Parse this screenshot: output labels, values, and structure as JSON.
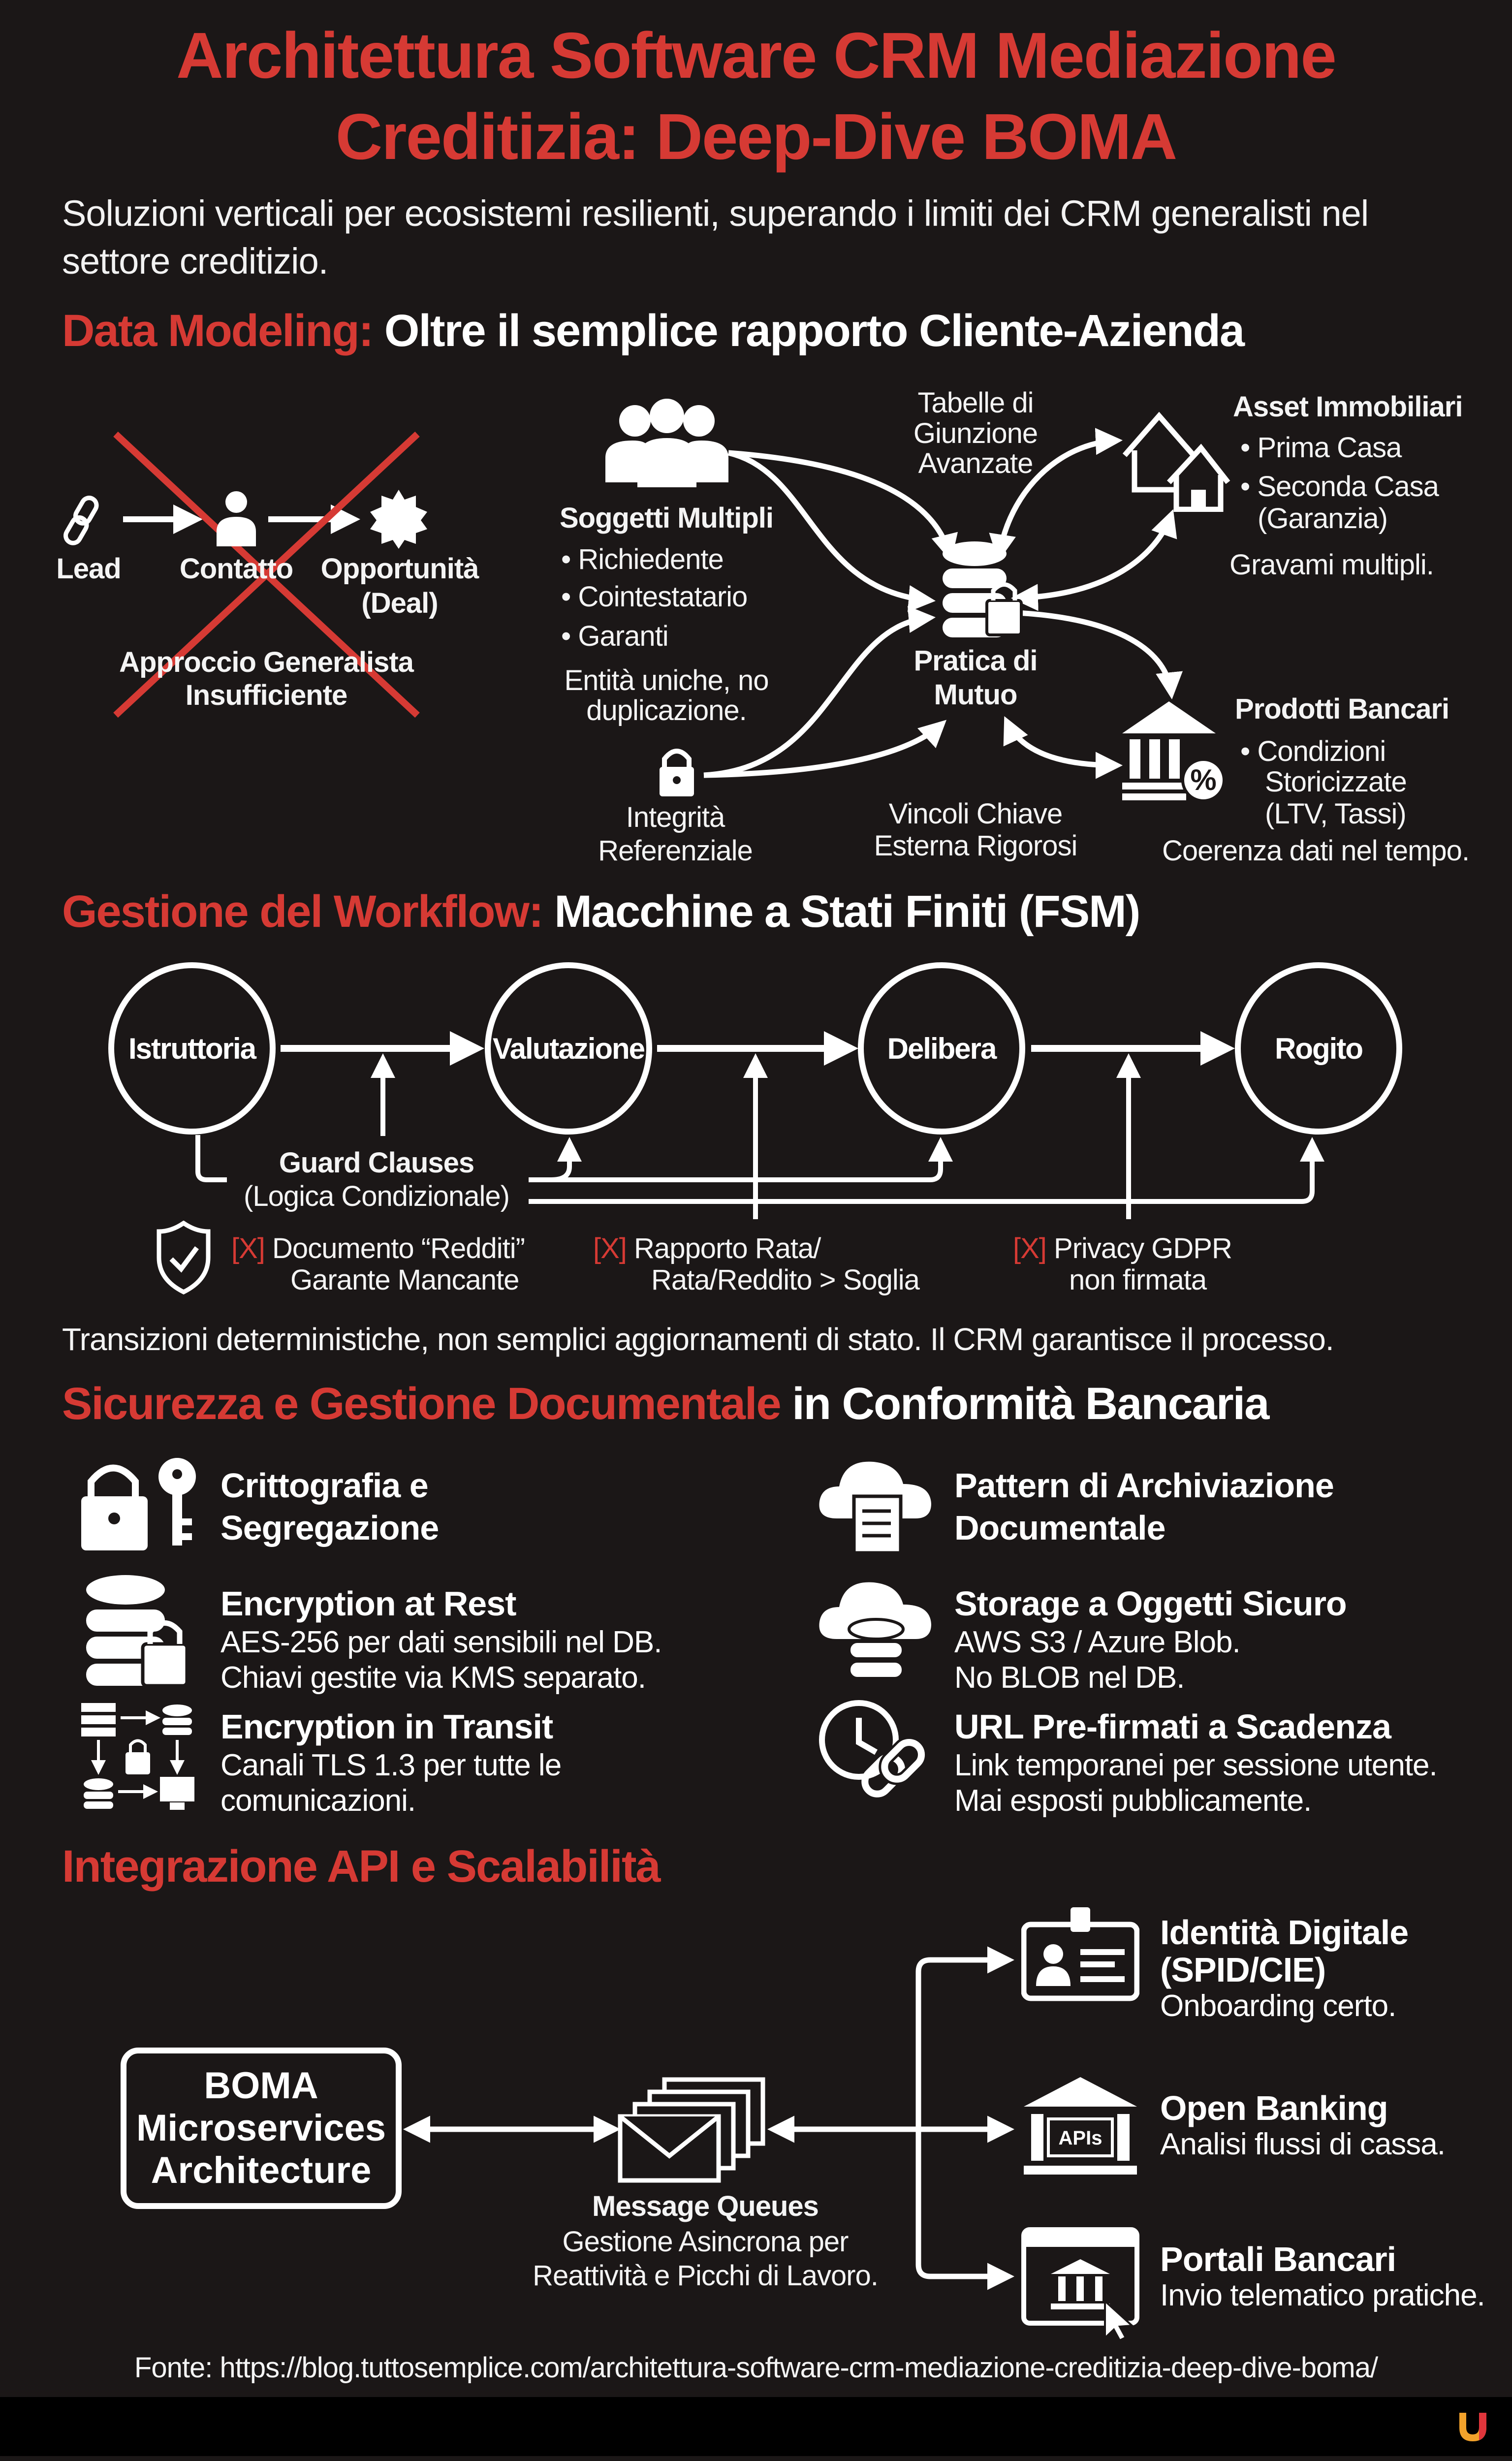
{
  "header": {
    "title_line1": "Architettura Software CRM Mediazione",
    "title_line2": "Creditizia: Deep-Dive BOMA",
    "subtitle": "Soluzioni verticali per ecosistemi resilienti, superando i limiti dei CRM generalisti nel settore creditizio."
  },
  "colors": {
    "accent": "#d63a34",
    "background": "#1b1717",
    "text": "#ffffff"
  },
  "data_modeling": {
    "heading_red": "Data Modeling:",
    "heading_white": "Oltre il semplice rapporto Cliente-Azienda",
    "generalist": {
      "lead": "Lead",
      "contatto": "Contatto",
      "opportunita": "Opportunità",
      "deal": "(Deal)",
      "caption_1": "Approccio Generalista",
      "caption_2": "Insufficiente"
    },
    "soggetti": {
      "title": "Soggetti Multipli",
      "bullets": [
        "Richiedente",
        "Cointestatario",
        "Garanti"
      ],
      "note_1": "Entità uniche, no",
      "note_2": "duplicazione."
    },
    "tabelle": [
      "Tabelle di",
      "Giunzione",
      "Avanzate"
    ],
    "pratica": [
      "Pratica di",
      "Mutuo"
    ],
    "integrita": [
      "Integrità",
      "Referenziale"
    ],
    "vincoli": [
      "Vincoli Chiave",
      "Esterna Rigorosi"
    ],
    "asset": {
      "title": "Asset Immobiliari",
      "bullets": [
        "Prima Casa",
        "Seconda Casa"
      ],
      "bullet2_cont": "(Garanzia)",
      "note": "Gravami multipli."
    },
    "prodotti": {
      "title": "Prodotti Bancari",
      "bullet": [
        "Condizioni",
        "Storicizzate",
        "(LTV, Tassi)"
      ],
      "note": "Coerenza dati nel tempo."
    }
  },
  "workflow": {
    "heading_red": "Gestione del Workflow:",
    "heading_white": "Macchine a Stati Finiti (FSM)",
    "states": [
      "Istruttoria",
      "Valutazione",
      "Delibera",
      "Rogito"
    ],
    "guard_title": "Guard Clauses",
    "guard_sub": "(Logica Condizionale)",
    "x_mark": "[X]",
    "guards": [
      {
        "line1": "Documento “Redditi”",
        "line2": "Garante Mancante"
      },
      {
        "line1": "Rapporto Rata/",
        "line2": "Rata/Reddito > Soglia"
      },
      {
        "line1": "Privacy GDPR",
        "line2": "non firmata"
      }
    ],
    "note": "Transizioni deterministiche, non semplici aggiornamenti di stato. Il CRM garantisce il processo."
  },
  "security": {
    "heading_red": "Sicurezza e Gestione Documentale",
    "heading_white": "in Conformità Bancaria",
    "left": [
      {
        "icon": "lock-key-icon",
        "title": [
          "Crittografia e",
          "Segregazione"
        ],
        "body": []
      },
      {
        "icon": "database-lock-icon",
        "title": [
          "Encryption at Rest"
        ],
        "body": [
          "AES-256 per dati sensibili nel DB.",
          "Chiavi gestite via KMS separato."
        ]
      },
      {
        "icon": "network-transit-icon",
        "title": [
          "Encryption in Transit"
        ],
        "body": [
          "Canali TLS 1.3 per tutte le",
          "comunicazioni."
        ]
      }
    ],
    "right": [
      {
        "icon": "cloud-document-icon",
        "title": [
          "Pattern di Archiviazione",
          "Documentale"
        ],
        "body": []
      },
      {
        "icon": "cloud-database-icon",
        "title": [
          "Storage a Oggetti Sicuro"
        ],
        "body": [
          "AWS S3 / Azure Blob.",
          "No BLOB nel DB."
        ]
      },
      {
        "icon": "clock-link-icon",
        "title": [
          "URL Pre-firmati a Scadenza"
        ],
        "body": [
          "Link temporanei per sessione utente.",
          "Mai esposti pubblicamente."
        ]
      }
    ]
  },
  "api": {
    "heading_red": "Integrazione API e Scalabilità",
    "boma": [
      "BOMA",
      "Microservices",
      "Architecture"
    ],
    "mq_title": "Message Queues",
    "mq_body": [
      "Gestione Asincrona per",
      "Reattività e Picchi di Lavoro."
    ],
    "apis_label": "APIs",
    "targets": [
      {
        "icon": "id-card-icon",
        "title": [
          "Identità Digitale",
          "(SPID/CIE)"
        ],
        "body": "Onboarding certo."
      },
      {
        "icon": "bank-api-icon",
        "title": [
          "Open Banking"
        ],
        "body": "Analisi flussi di cassa."
      },
      {
        "icon": "bank-portal-icon",
        "title": [
          "Portali Bancari"
        ],
        "body": "Invio telematico pratiche."
      }
    ]
  },
  "footer": {
    "source": "Fonte: https://blog.tuttosemplice.com/architettura-software-crm-mediazione-creditizia-deep-dive-boma/"
  }
}
